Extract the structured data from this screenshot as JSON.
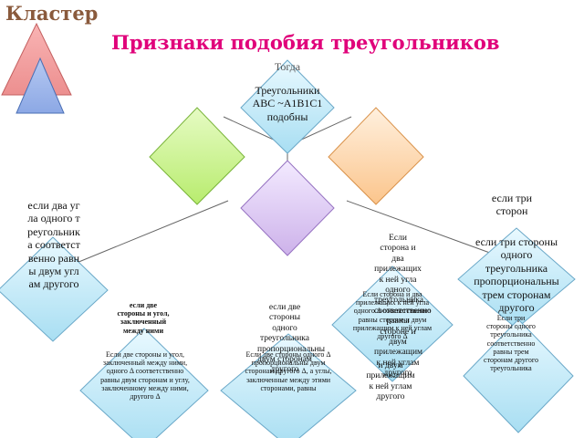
{
  "header": {
    "cluster_label": "Кластер",
    "title": "Признаки подобия треугольников"
  },
  "top_box": {
    "label_top": "Тогда",
    "text": "Треугольники ABC ~A1B1C1 подобны"
  },
  "left_column": {
    "text": "если два угла одного треугольника соответственно равны двум углам другого"
  },
  "right_column": {
    "text": "если три сторон"
  },
  "mid_right_text": {
    "text": "Если сторона и два прилежащих к ней угла одного треугольника соответственно равны стороне и двум прилежащим к ней углам другого"
  },
  "right_box": {
    "text": "если три стороны одного треугольника пропорциональны трем сторонам другого"
  },
  "center_right_box": {
    "text": "Если сторона и два прилежащих к ней угла одного Δ соответственно равны стороне и двум прилежащим к ней углам другого Δ"
  },
  "lower_right_box": {
    "text": "Если три стороны одного треугольника соответственно равны трем сторонам другого треугольника"
  },
  "mid_left_text": {
    "text": "если две стороны и угол, заключенный между ними"
  },
  "center_text": {
    "text": "если две стороны одного треугольника пропорциональны двум сторонам другого"
  },
  "left_lower_box": {
    "text": "Если две стороны и угол, заключенный между ними, одного Δ соответственно равны двум сторонам и углу, заключенному между ними, другого Δ"
  },
  "center_lower_box": {
    "text": "Если две стороны одного Δ пропорциональны двум сторонам другого Δ, а углы, заключенные между этими сторонами, равны"
  },
  "right_fragment": {
    "text": "и двум прилежащим к ней углам другого"
  },
  "colors": {
    "cluster": "#8a5a3c",
    "title": "#e0007a",
    "blue_fill": "#bfe9f7",
    "green_fill": "#ccf590",
    "orange_fill": "#fdd4a6",
    "violet_fill": "#ddc6f0",
    "red_triangle": "#f3a3a3",
    "blue_triangle": "#9db6ea"
  }
}
